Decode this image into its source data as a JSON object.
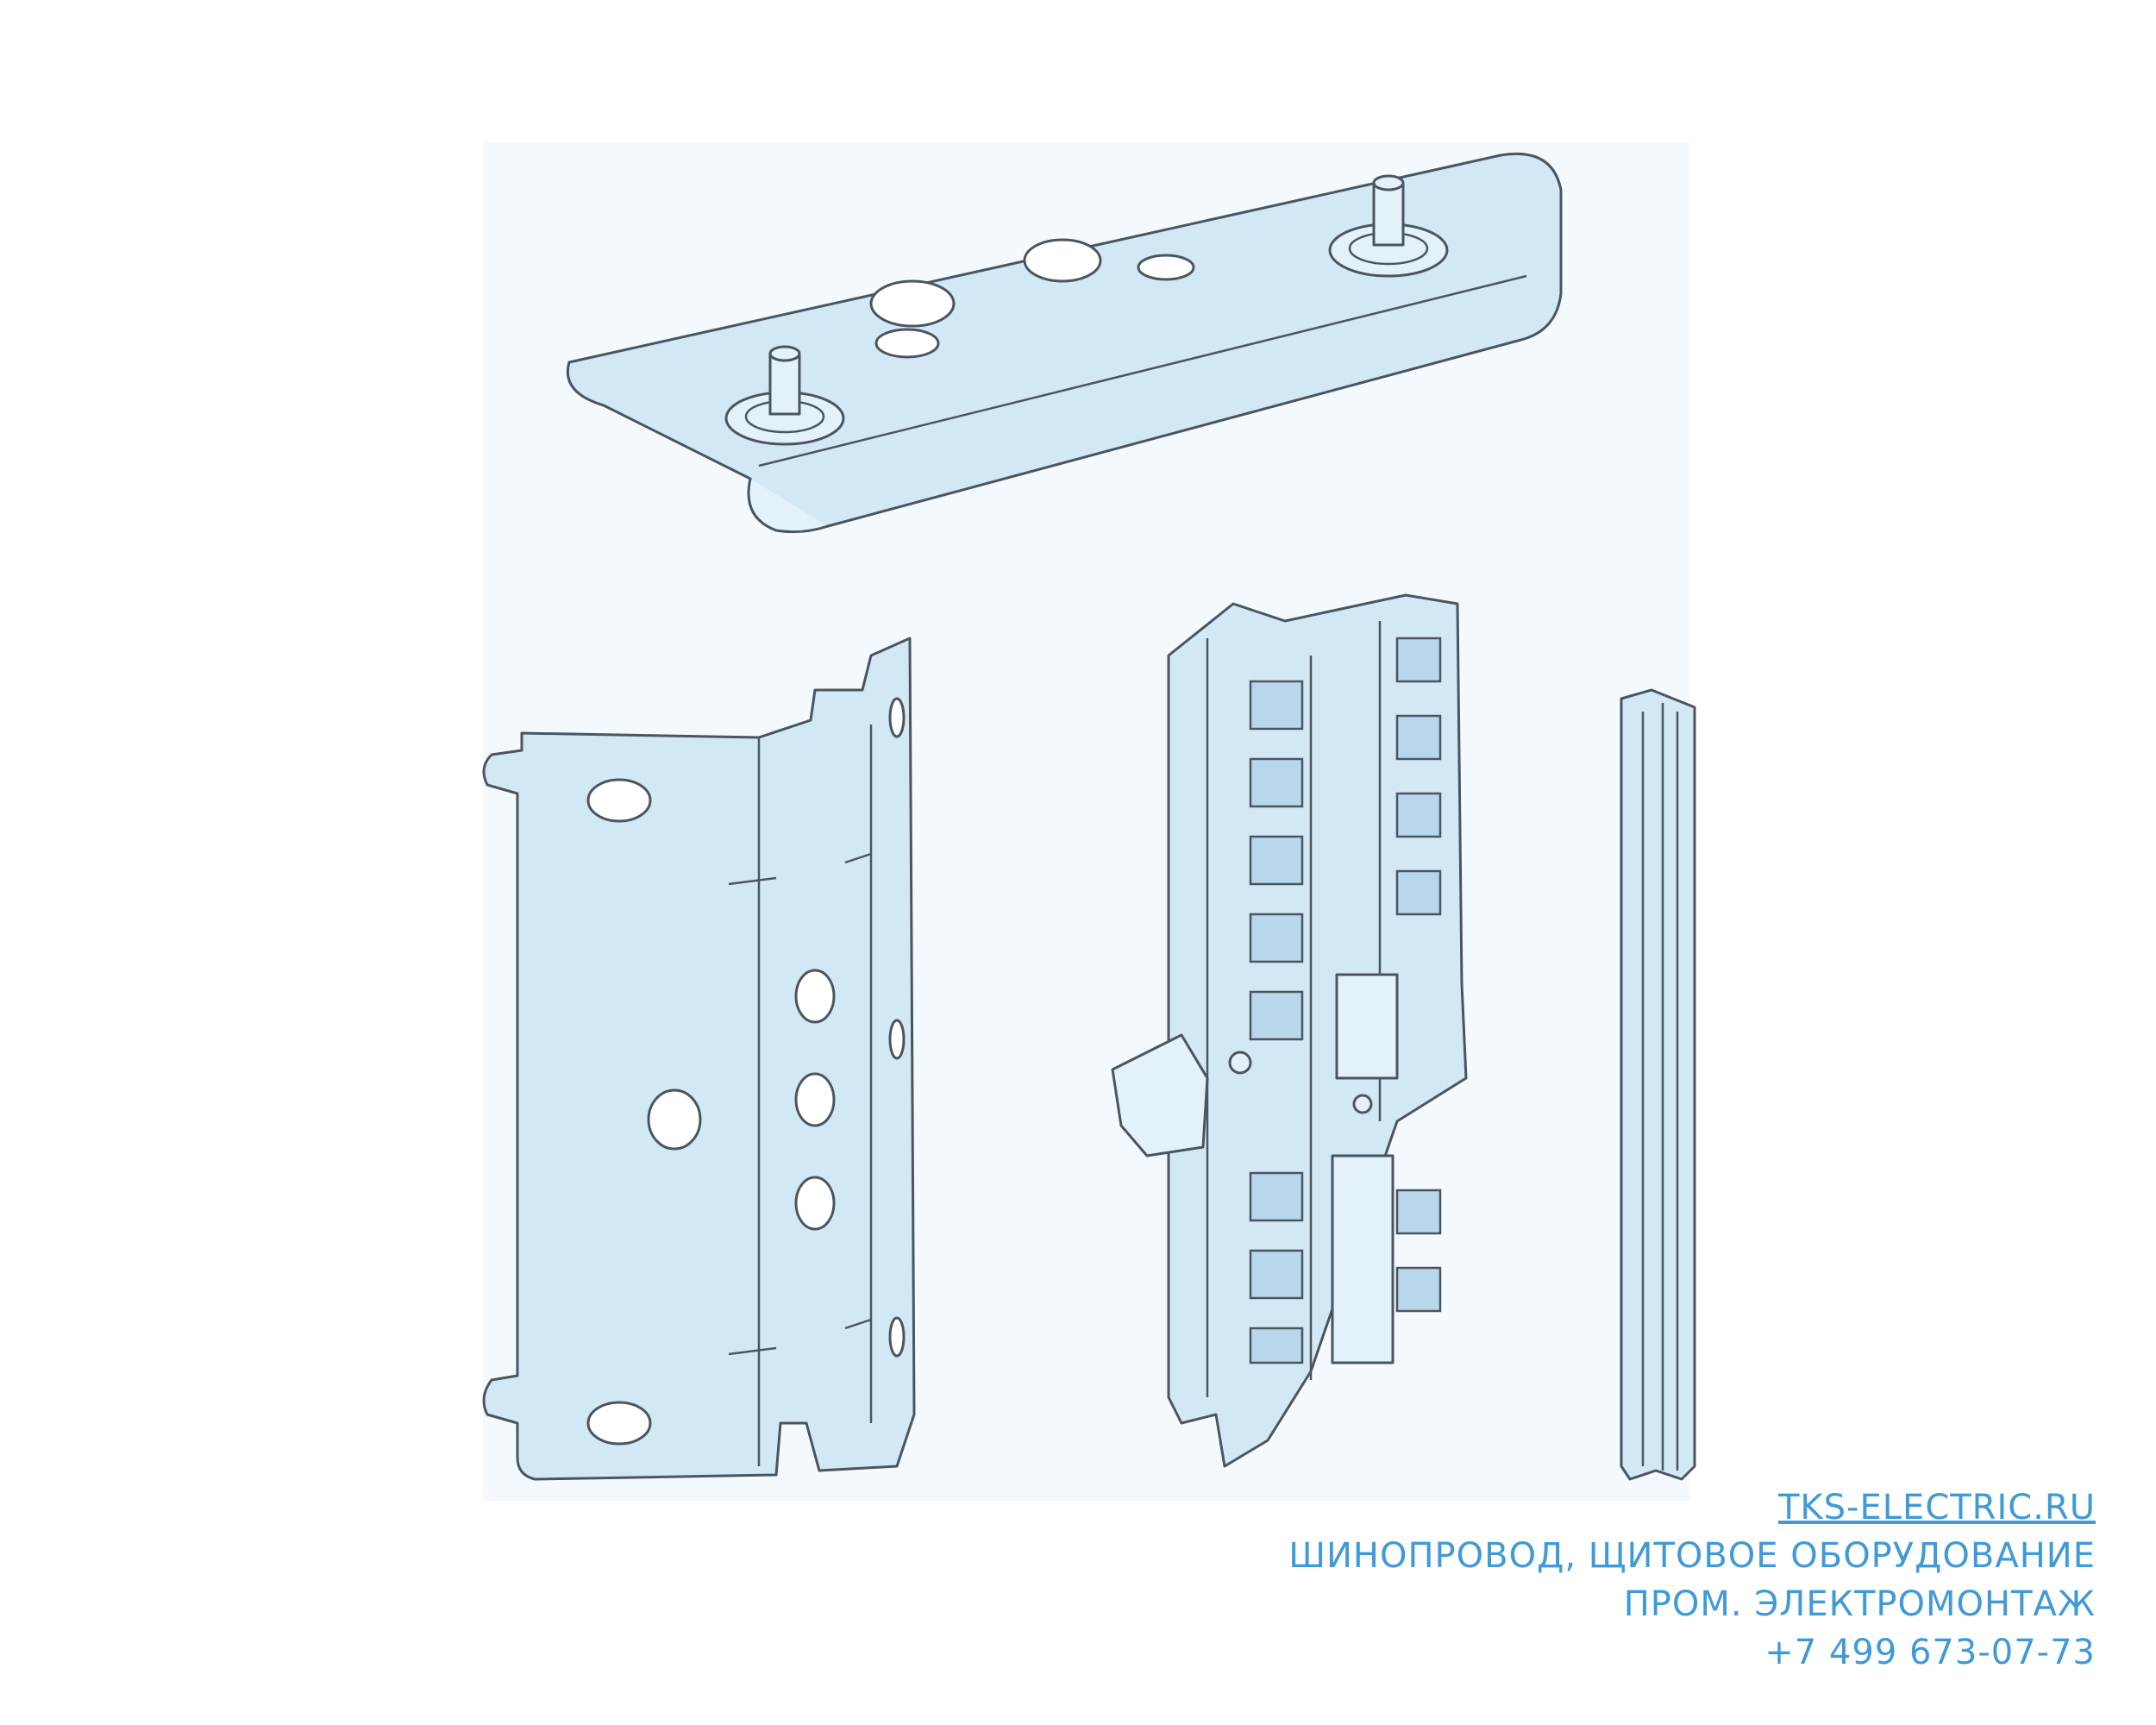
{
  "watermark": {
    "site": "TKS-ELECTRIC.RU",
    "line1": "ШИНОПРОВОД, ЩИТОВОЕ ОБОРУДОВАНИЕ",
    "line2": "ПРОМ. ЭЛЕКТРОМОНТАЖ",
    "phone": "+7 499 673-07-73",
    "color": "#3f9ad6"
  },
  "illustration": {
    "background_panel_color": "#f4f9fd",
    "part_fill_color": "#d3e8f5",
    "outline_color": "#4a5560"
  }
}
